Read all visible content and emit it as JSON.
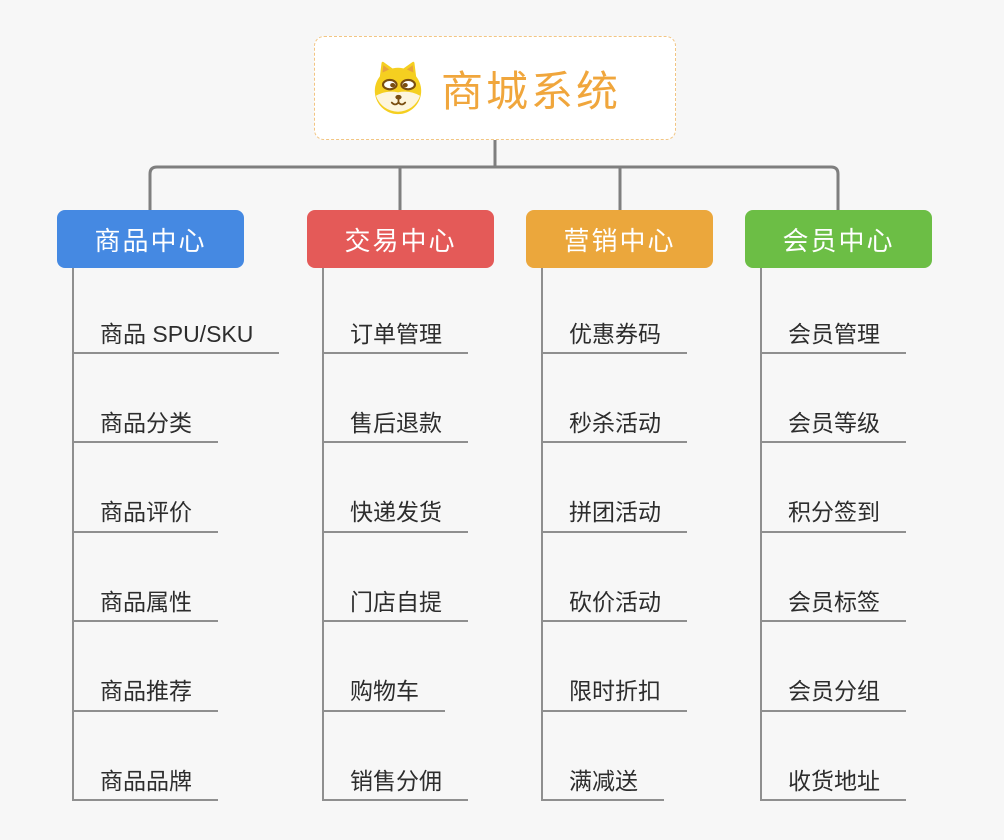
{
  "root": {
    "title": "商城系统",
    "icon": "dog-face-icon",
    "accent_color": "#f0a63c",
    "border_color": "#f2c583"
  },
  "connector_color": "#7f7f7f",
  "line_color": "#8f8f8f",
  "branches": [
    {
      "label": "商品中心",
      "color": "#4589e2",
      "items": [
        "商品 SPU/SKU",
        "商品分类",
        "商品评价",
        "商品属性",
        "商品推荐",
        "商品品牌"
      ]
    },
    {
      "label": "交易中心",
      "color": "#e45a58",
      "items": [
        "订单管理",
        "售后退款",
        "快递发货",
        "门店自提",
        "购物车",
        "销售分佣"
      ]
    },
    {
      "label": "营销中心",
      "color": "#eba73c",
      "items": [
        "优惠券码",
        "秒杀活动",
        "拼团活动",
        "砍价活动",
        "限时折扣",
        "满减送"
      ]
    },
    {
      "label": "会员中心",
      "color": "#6cbe45",
      "items": [
        "会员管理",
        "会员等级",
        "积分签到",
        "会员标签",
        "会员分组",
        "收货地址"
      ]
    }
  ]
}
